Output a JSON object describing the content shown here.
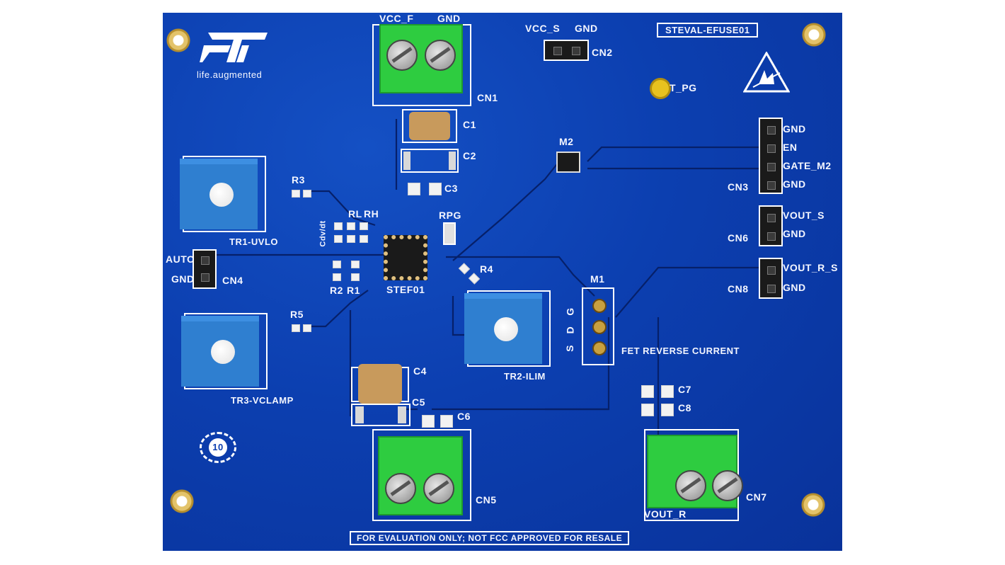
{
  "board": {
    "name": "STEVAL-EFUSE01",
    "logo": {
      "brand": "ST",
      "tagline": "life.augmented"
    },
    "esd_symbol": "esd-warning-icon",
    "footer": "FOR EVALUATION ONLY; NOT FCC APPROVED FOR RESALE",
    "lead_free_mark": "10",
    "colors": {
      "pcb": "#0c3fb0",
      "terminal": "#2ecc40",
      "trimmer": "#2f7fd0",
      "silk": "#f4f6ff"
    }
  },
  "labels": {
    "cn1_top_left": "VCC_F",
    "cn1_top_right": "GND",
    "cn1": "CN1",
    "cn2_left": "VCC_S",
    "cn2_right": "GND",
    "cn2": "CN2",
    "tp": "T_PG",
    "cn3": "CN3",
    "cn3_pins": [
      "GND",
      "EN",
      "GATE_M2",
      "GND"
    ],
    "cn6": "CN6",
    "cn6_pins": [
      "VOUT_S",
      "GND"
    ],
    "cn8": "CN8",
    "cn8_pins": [
      "VOUT_R_S",
      "GND"
    ],
    "cn4": "CN4",
    "cn4_pins": [
      "AUTO",
      "GND"
    ],
    "cn5": "CN5",
    "cn7": "CN7",
    "cn7_label": "VOUT_R",
    "c1": "C1",
    "c2": "C2",
    "c3": "C3",
    "c4": "C4",
    "c5": "C5",
    "c6": "C6",
    "c7": "C7",
    "c8": "C8",
    "r1": "R1",
    "r2": "R2",
    "r3": "R3",
    "r4": "R4",
    "r5": "R5",
    "rl": "RL",
    "rh": "RH",
    "rpg": "RPG",
    "cdvdt": "Cdv/dt",
    "ic": "STEF01",
    "m1": "M1",
    "m2": "M2",
    "m1_pins": [
      "G",
      "D",
      "S"
    ],
    "fet": "FET REVERSE CURRENT",
    "tr1": "TR1-UVLO",
    "tr2": "TR2-ILIM",
    "tr3": "TR3-VCLAMP"
  }
}
